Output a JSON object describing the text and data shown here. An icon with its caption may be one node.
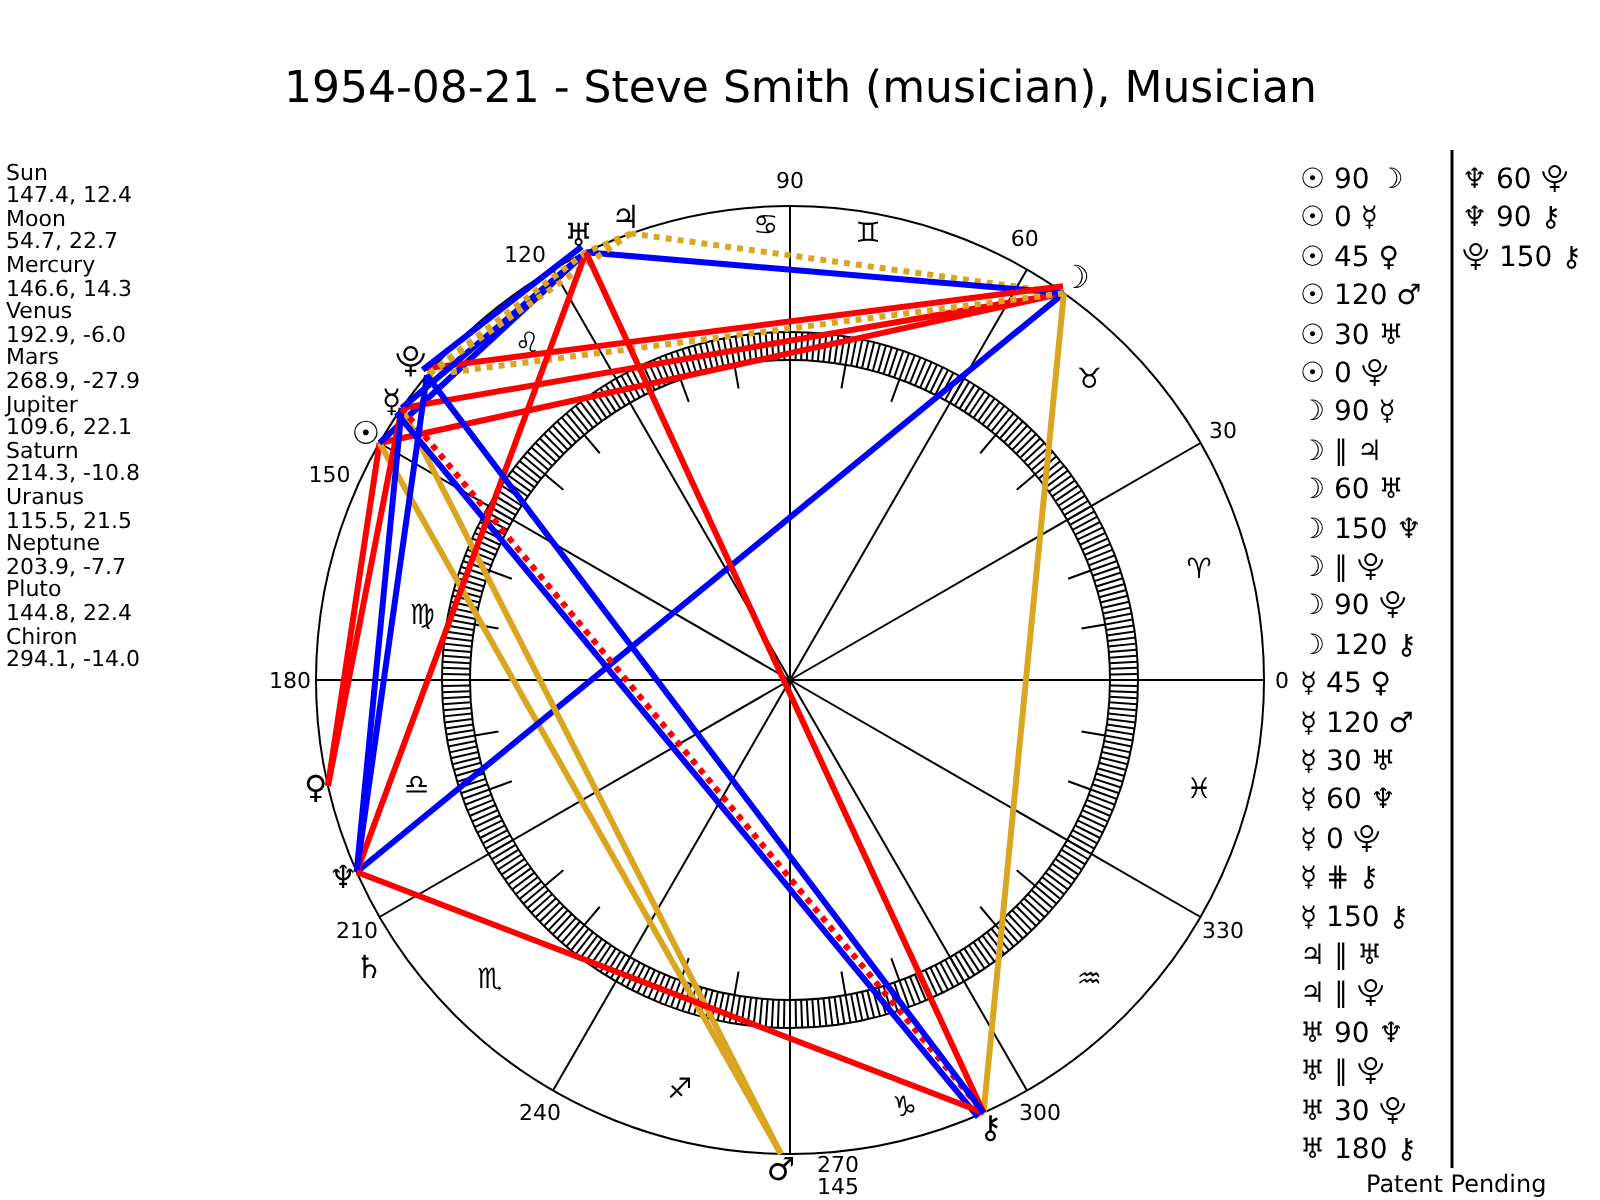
{
  "diagram": {
    "title": "1954-08-21 - Steve Smith (musician), Musician",
    "nodes": [
      {
        "text": [
          "☉"
        ]
      },
      {
        "text": [
          "☽"
        ]
      },
      {
        "text": [
          "☿"
        ]
      },
      {
        "text": [
          "♀"
        ]
      },
      {
        "text": [
          "♂"
        ]
      },
      {
        "text": [
          "♃"
        ]
      },
      {
        "text": [
          "♅"
        ]
      },
      {
        "text": [
          "♆"
        ]
      },
      {
        "text": [
          "⯓"
        ]
      },
      {
        "text": [
          "⚷"
        ]
      }
    ],
    "edges": [
      {
        "from": 0,
        "to": 1,
        "arrow": "none",
        "color": "#ff0000"
      },
      {
        "from": 0,
        "to": 3,
        "arrow": "none",
        "color": "#ff0000"
      },
      {
        "from": 0,
        "to": 4,
        "arrow": "none",
        "color": "#daa520"
      },
      {
        "from": 0,
        "to": 6,
        "arrow": "none",
        "color": "#0000ff"
      },
      {
        "from": 1,
        "to": 2,
        "arrow": "none",
        "color": "#ff0000"
      },
      {
        "from": 1,
        "to": 5,
        "arrow": "none",
        "style": "dashed",
        "color": "#daa520"
      },
      {
        "from": 1,
        "to": 6,
        "arrow": "none",
        "color": "#0000ff"
      },
      {
        "from": 1,
        "to": 7,
        "arrow": "none",
        "color": "#0000ff"
      },
      {
        "from": 1,
        "to": 8,
        "arrow": "none",
        "style": "dashed",
        "color": "#daa520"
      },
      {
        "from": 1,
        "to": 8,
        "arrow": "none",
        "color": "#ff0000"
      },
      {
        "from": 1,
        "to": 9,
        "arrow": "none",
        "color": "#daa520"
      },
      {
        "from": 2,
        "to": 3,
        "arrow": "none",
        "color": "#ff0000"
      },
      {
        "from": 2,
        "to": 4,
        "arrow": "none",
        "color": "#daa520"
      },
      {
        "from": 2,
        "to": 6,
        "arrow": "none",
        "color": "#0000ff"
      },
      {
        "from": 2,
        "to": 7,
        "arrow": "none",
        "color": "#0000ff"
      },
      {
        "from": 2,
        "to": 9,
        "arrow": "none",
        "style": "dashed",
        "color": "#ff0000"
      },
      {
        "from": 2,
        "to": 9,
        "arrow": "none",
        "color": "#0000ff"
      },
      {
        "from": 5,
        "to": 6,
        "arrow": "none",
        "style": "dashed",
        "color": "#daa520"
      },
      {
        "from": 5,
        "to": 8,
        "arrow": "none",
        "style": "dashed",
        "color": "#daa520"
      },
      {
        "from": 6,
        "to": 7,
        "arrow": "none",
        "color": "#ff0000"
      },
      {
        "from": 6,
        "to": 8,
        "arrow": "none",
        "style": "dashed",
        "color": "#daa520"
      },
      {
        "from": 6,
        "to": 8,
        "arrow": "none",
        "color": "#0000ff"
      },
      {
        "from": 6,
        "to": 9,
        "arrow": "none",
        "color": "#ff0000"
      },
      {
        "from": 7,
        "to": 8,
        "arrow": "none",
        "color": "#0000ff"
      },
      {
        "from": 7,
        "to": 9,
        "arrow": "none",
        "color": "#ff0000"
      },
      {
        "from": 8,
        "to": 9,
        "arrow": "none",
        "color": "#0000ff"
      }
    ],
    "labels": [
      "Sun",
      "147.4, 12.4",
      "Moon",
      "54.7, 22.7",
      "Mercury",
      "146.6, 14.3",
      "Venus",
      "192.9, -6.0",
      "Mars",
      "268.9, -27.9",
      "Jupiter",
      "109.6, 22.1",
      "Saturn",
      "214.3, -10.8",
      "Uranus",
      "115.5, 21.5",
      "Neptune",
      "203.9, -7.7",
      "Pluto",
      "144.8, 22.4",
      "Chiron",
      "294.1, -14.0",
      "0",
      "30",
      "60",
      "90",
      "120",
      "150",
      "180",
      "210",
      "240",
      "270",
      "300",
      "330",
      "145",
      "♈",
      "♉",
      "♊",
      "♋",
      "♌",
      "♍",
      "♎",
      "♏",
      "♐",
      "♑",
      "♒",
      "♓",
      "♄",
      "☉ 90 ☽",
      "☉ 0 ☿",
      "☉ 45 ♀",
      "☉ 120 ♂",
      "☉ 30 ♅",
      "☉ 0 ⯓",
      "☽ 90 ☿",
      "☽ ∥ ♃",
      "☽ 60 ♅",
      "☽ 150 ♆",
      "☽ ∥ ⯓",
      "☽ 90 ⯓",
      "☽ 120 ⚷",
      "☿ 45 ♀",
      "☿ 120 ♂",
      "☿ 30 ♅",
      "☿ 60 ♆",
      "☿ 0 ⯓",
      "☿ ⋕ ⚷",
      "☿ 150 ⚷",
      "♃ ∥ ♅",
      "♃ ∥ ⯓",
      "♅ 90 ♆",
      "♅ ∥ ⯓",
      "♅ 30 ⯓",
      "♅ 180 ⚷",
      "♆ 60 ⯓",
      "♆ 90 ⚷",
      "⯓ 150 ⚷",
      "Patent Pending"
    ]
  }
}
